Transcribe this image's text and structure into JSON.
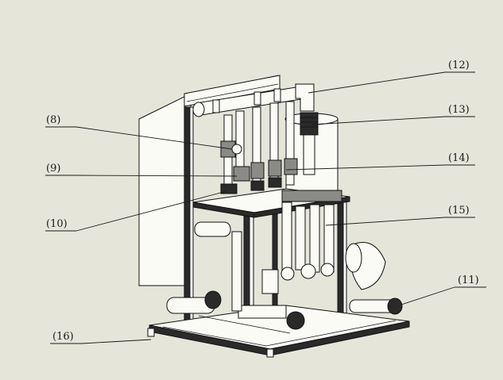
{
  "callouts": [
    {
      "id": "8",
      "label": "(8)"
    },
    {
      "id": "9",
      "label": "(9)"
    },
    {
      "id": "10",
      "label": "(10)"
    },
    {
      "id": "11",
      "label": "(11)"
    },
    {
      "id": "12",
      "label": "(12)"
    },
    {
      "id": "13",
      "label": "(13)"
    },
    {
      "id": "14",
      "label": "(14)"
    },
    {
      "id": "15",
      "label": "(15)"
    },
    {
      "id": "16",
      "label": "(16)"
    }
  ],
  "colors": {
    "background": "#e6e5da",
    "line": "#111111",
    "frame_dark": "#2a2a2a",
    "fill_light": "#f2f2ec"
  }
}
